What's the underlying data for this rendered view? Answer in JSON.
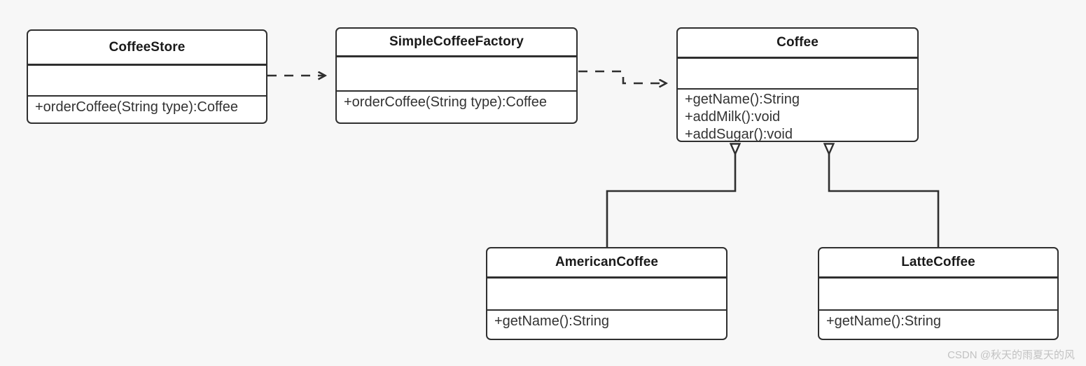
{
  "diagram": {
    "kind": "uml-class-diagram",
    "background_color": "#f7f7f7",
    "line_color": "#2f2f2f",
    "box_fill": "#ffffff",
    "classes": [
      {
        "id": "CoffeeStore",
        "name": "CoffeeStore",
        "attributes": [],
        "operations": [
          "+orderCoffee(String type):Coffee"
        ]
      },
      {
        "id": "SimpleCoffeeFactory",
        "name": "SimpleCoffeeFactory",
        "attributes": [],
        "operations": [
          "+orderCoffee(String type):Coffee"
        ]
      },
      {
        "id": "Coffee",
        "name": "Coffee",
        "attributes": [],
        "operations": [
          "+getName():String",
          "+addMilk():void",
          "+addSugar():void"
        ]
      },
      {
        "id": "AmericanCoffee",
        "name": "AmericanCoffee",
        "attributes": [],
        "operations": [
          "+getName():String"
        ]
      },
      {
        "id": "LatteCoffee",
        "name": "LatteCoffee",
        "attributes": [],
        "operations": [
          "+getName():String"
        ]
      }
    ],
    "relationships": [
      {
        "type": "dependency",
        "style": "dashed-open-arrow",
        "from": "CoffeeStore",
        "to": "SimpleCoffeeFactory"
      },
      {
        "type": "dependency",
        "style": "dashed-open-arrow",
        "from": "SimpleCoffeeFactory",
        "to": "Coffee"
      },
      {
        "type": "generalization",
        "style": "solid-hollow-triangle",
        "from": "AmericanCoffee",
        "to": "Coffee"
      },
      {
        "type": "generalization",
        "style": "solid-hollow-triangle",
        "from": "LatteCoffee",
        "to": "Coffee"
      }
    ]
  },
  "watermark": {
    "text": "CSDN @秋天的雨夏天的风"
  }
}
